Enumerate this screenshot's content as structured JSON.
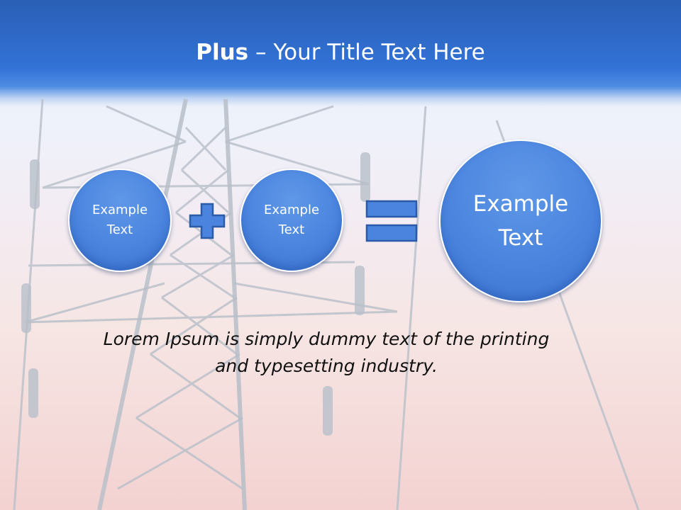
{
  "slide": {
    "title_bold": "Plus",
    "title_rest": " – Your Title Text Here",
    "operand_1": "Example\nText",
    "operand_2": "Example\nText",
    "result": "Example\nText",
    "plus_icon": "plus-sign-icon",
    "equals_icon": "equals-sign-icon",
    "caption_line_1": "Lorem Ipsum is simply dummy text of the printing",
    "caption_line_2": "and typesetting industry."
  },
  "colors": {
    "title_band": "#3272d6",
    "circle_fill": "#4a84de",
    "operator_fill": "#4a84de",
    "operator_stroke": "#2b5aa6",
    "tower": "#b8bfc9"
  }
}
